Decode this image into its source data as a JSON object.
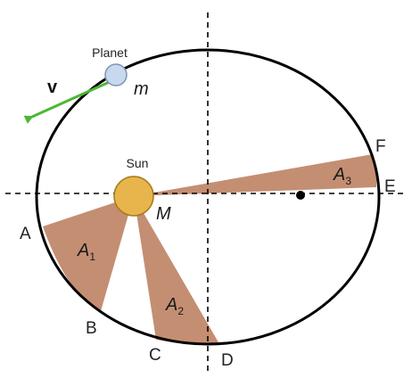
{
  "labels": {
    "planet": "Planet",
    "planet_mass": "m",
    "velocity": "v",
    "sun": "Sun",
    "sun_mass": "M",
    "point_a": "A",
    "point_b": "B",
    "point_c": "C",
    "point_d": "D",
    "point_e": "E",
    "point_f": "F",
    "area_1_letter": "A",
    "area_1_sub": "1",
    "area_2_letter": "A",
    "area_2_sub": "2",
    "area_3_letter": "A",
    "area_3_sub": "3"
  },
  "colors": {
    "orbit": "#000000",
    "axes": "#000000",
    "swept_area": "#c48e73",
    "sun_fill": "#e8b44c",
    "sun_stroke": "#a77a1e",
    "planet_fill": "#c8d8ee",
    "planet_stroke": "#7f94b5",
    "velocity_arrow": "#4cb833",
    "focus_dot": "#000000"
  }
}
